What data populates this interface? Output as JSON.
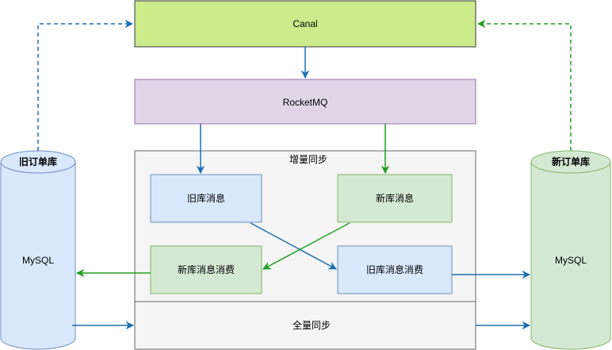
{
  "colors": {
    "blue_arrow": "#1a6fb0",
    "green_arrow": "#1e9e1e",
    "canal_fill": "#cdeb8b",
    "canal_stroke": "#36393d",
    "mq_fill": "#e1d5e7",
    "mq_stroke": "#9673a6",
    "group_fill": "#f5f5f5",
    "group_stroke": "#666666",
    "blue_box_fill": "#dae8fc",
    "blue_box_stroke": "#6c8ebf",
    "green_box_fill": "#d5e8d4",
    "green_box_stroke": "#82b366"
  },
  "nodes": {
    "canal": "Canal",
    "rocketmq": "RocketMQ",
    "incremental_sync": "增量同步",
    "full_sync": "全量同步",
    "old_db_msg": "旧库消息",
    "new_db_msg": "新库消息",
    "new_db_msg_consume": "新库消息消费",
    "old_db_msg_consume": "旧库消息消费",
    "old_db_title": "旧订单库",
    "old_db_label": "MySQL",
    "new_db_title": "新订单库",
    "new_db_label": "MySQL"
  }
}
